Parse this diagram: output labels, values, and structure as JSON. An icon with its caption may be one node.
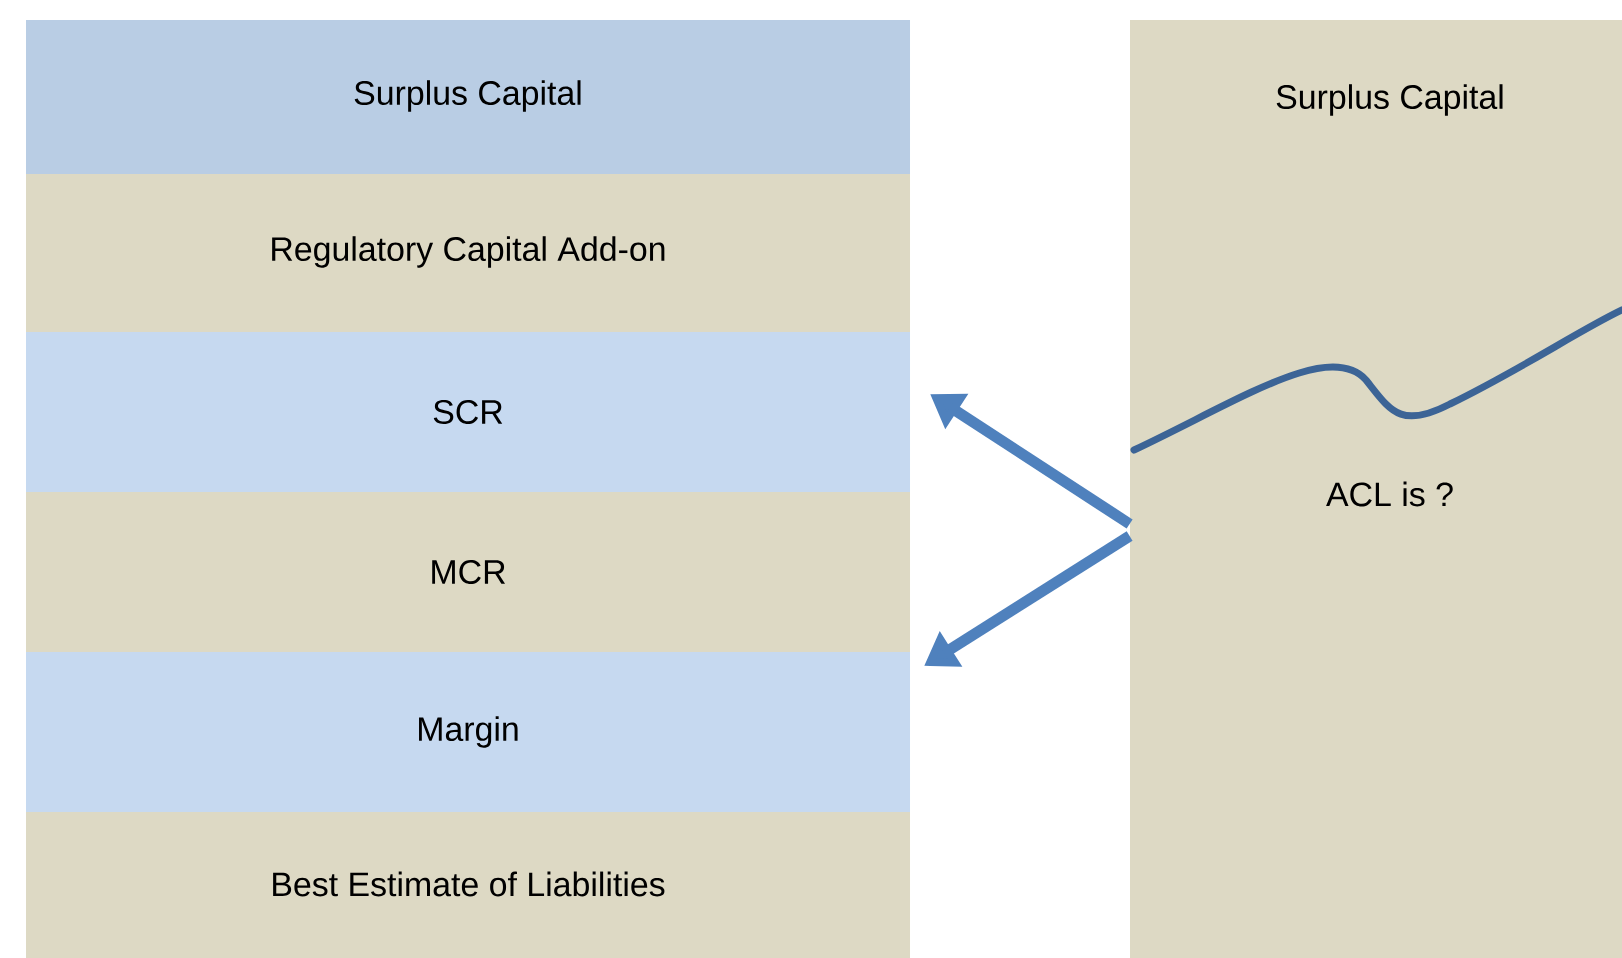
{
  "diagram": {
    "nodes": [
      {
        "text": [
          "Surplus Capital"
        ]
      },
      {
        "text": [
          "Regulatory Capital Add-on"
        ]
      },
      {
        "text": [
          "SCR"
        ]
      },
      {
        "text": [
          "MCR"
        ]
      },
      {
        "text": [
          "Margin"
        ]
      },
      {
        "text": [
          "Best Estimate of Liabilities"
        ]
      },
      {
        "text": [
          "Surplus Capital",
          "ACL is ?"
        ]
      }
    ],
    "edges": [
      {
        "from": 6,
        "to": 2,
        "arrow": "to"
      },
      {
        "from": 6,
        "to": 4,
        "arrow": "to"
      }
    ]
  }
}
